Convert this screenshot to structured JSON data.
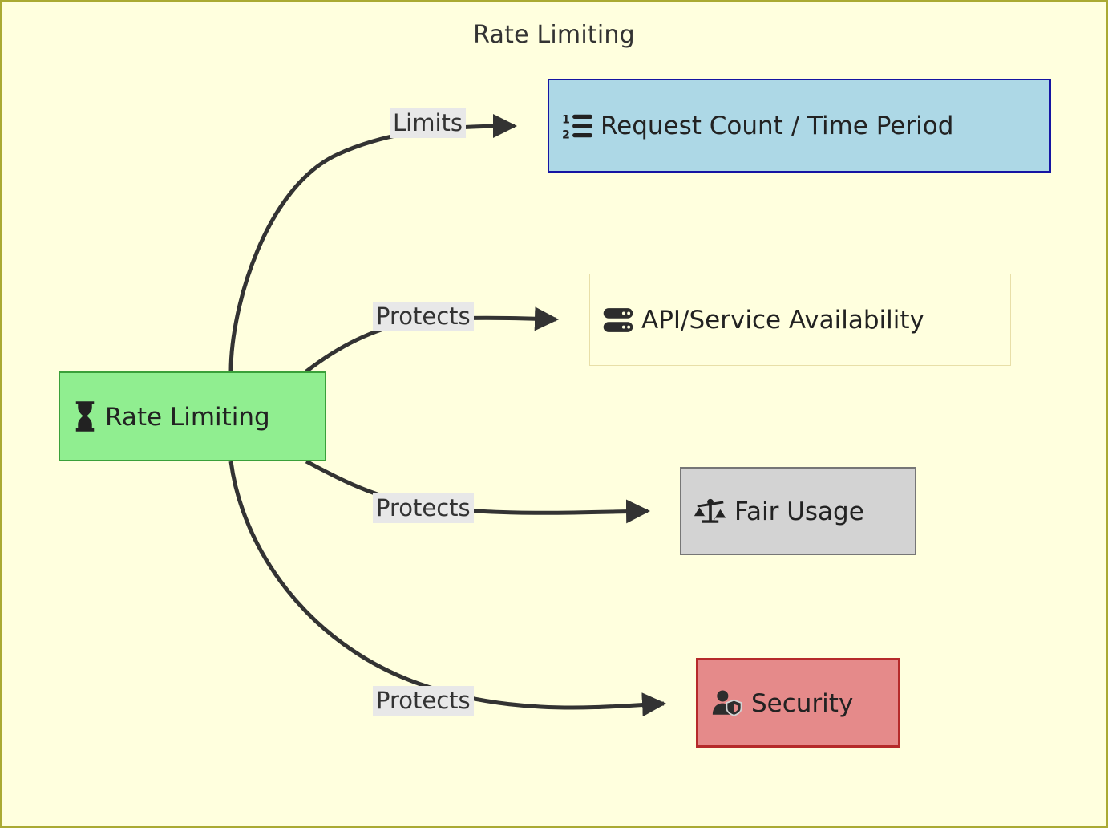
{
  "diagram": {
    "title": "Rate Limiting",
    "type": "flowchart",
    "direction": "left-to-right",
    "canvas": {
      "background_color": "#FFFFDE",
      "border_color": "#AAAA33"
    },
    "root": {
      "id": "rate-limiting",
      "label": "Rate Limiting",
      "icon": "hourglass-icon",
      "fill_color": "#90EE90",
      "border_color": "#3AA03A"
    },
    "nodes": [
      {
        "id": "request-count",
        "label": "Request Count / Time Period",
        "icon": "numbered-list-icon",
        "fill_color": "#ADD8E6",
        "border_color": "#1515A3"
      },
      {
        "id": "api-availability",
        "label": "API/Service Availability",
        "icon": "server-icon",
        "fill_color": "#FFFFDE",
        "border_color": "#E8DFA8"
      },
      {
        "id": "fair-usage",
        "label": "Fair Usage",
        "icon": "balance-scale-icon",
        "fill_color": "#D3D3D3",
        "border_color": "#767676"
      },
      {
        "id": "security",
        "label": "Security",
        "icon": "user-shield-icon",
        "fill_color": "#E58A8A",
        "border_color": "#B52A2A"
      }
    ],
    "edges": [
      {
        "id": "edge-limits",
        "from": "rate-limiting",
        "to": "request-count",
        "label": "Limits"
      },
      {
        "id": "edge-protects-api",
        "from": "rate-limiting",
        "to": "api-availability",
        "label": "Protects"
      },
      {
        "id": "edge-protects-fair",
        "from": "rate-limiting",
        "to": "fair-usage",
        "label": "Protects"
      },
      {
        "id": "edge-protects-security",
        "from": "rate-limiting",
        "to": "security",
        "label": "Protects"
      }
    ],
    "edge_label_background": "#E8E8E8",
    "edge_color": "#333333"
  }
}
